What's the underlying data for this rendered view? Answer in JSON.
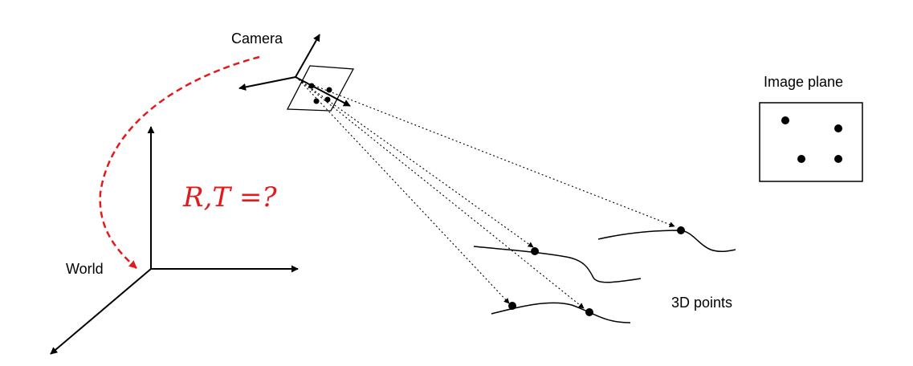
{
  "labels": {
    "camera": "Camera",
    "world": "World",
    "image_plane": "Image plane",
    "points_3d": "3D points",
    "equation": "R,T =?"
  },
  "colors": {
    "ink": "#000000",
    "accent": "#e31a1c"
  }
}
